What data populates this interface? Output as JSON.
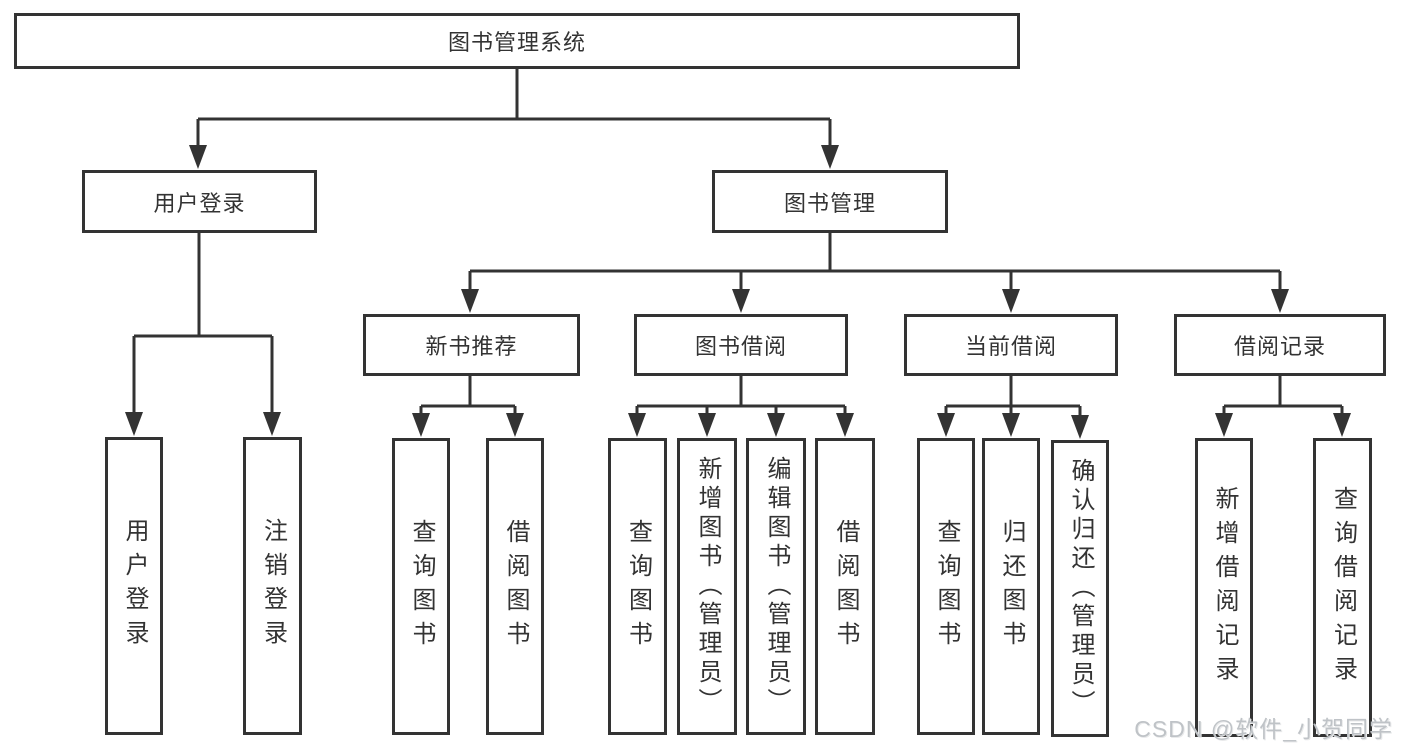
{
  "tree": {
    "root": {
      "label": "图书管理系统"
    },
    "level2": [
      {
        "label": "用户登录"
      },
      {
        "label": "图书管理"
      }
    ],
    "level3": [
      {
        "label": "新书推荐"
      },
      {
        "label": "图书借阅"
      },
      {
        "label": "当前借阅"
      },
      {
        "label": "借阅记录"
      }
    ],
    "leaves": {
      "user_login": [
        "用户登录",
        "注销登录"
      ],
      "new_book": [
        "查询图书",
        "借阅图书"
      ],
      "borrow": [
        "查询图书",
        "新增图书（管理员）",
        "编辑图书（管理员）",
        "借阅图书"
      ],
      "current": [
        "查询图书",
        "归还图书",
        "确认归还（管理员）"
      ],
      "records": [
        "新增借阅记录",
        "查询借阅记录"
      ]
    }
  },
  "watermark": {
    "text": "CSDN @软件_小贺同学"
  },
  "colors": {
    "line": "#333333",
    "text": "#333333",
    "box_fill": "#ffffff",
    "background": "#ffffff",
    "watermark": "#bfc3c7"
  }
}
